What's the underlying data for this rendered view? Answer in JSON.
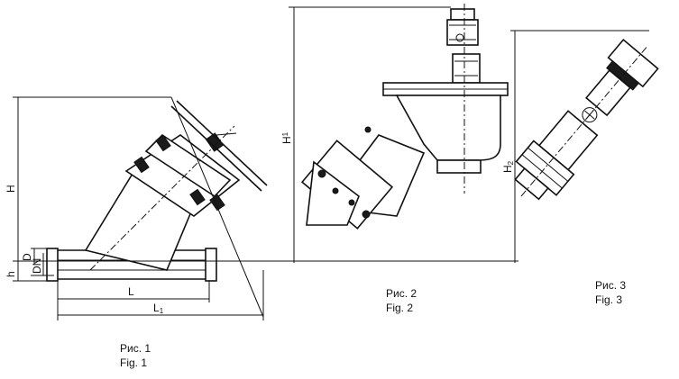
{
  "figures": [
    {
      "caption_ru": "Рис. 1",
      "caption_en": "Fig. 1"
    },
    {
      "caption_ru": "Рис. 2",
      "caption_en": "Fig. 2"
    },
    {
      "caption_ru": "Рис. 3",
      "caption_en": "Fig. 3"
    }
  ],
  "dimensions": {
    "H": "H",
    "h": "h",
    "D": "D",
    "DN": "DN",
    "L": "L",
    "L1_main": "L",
    "L1_sub": "1",
    "H1_main": "H",
    "H1_sub": "1",
    "H2_main": "H",
    "H2_sub": "2"
  }
}
